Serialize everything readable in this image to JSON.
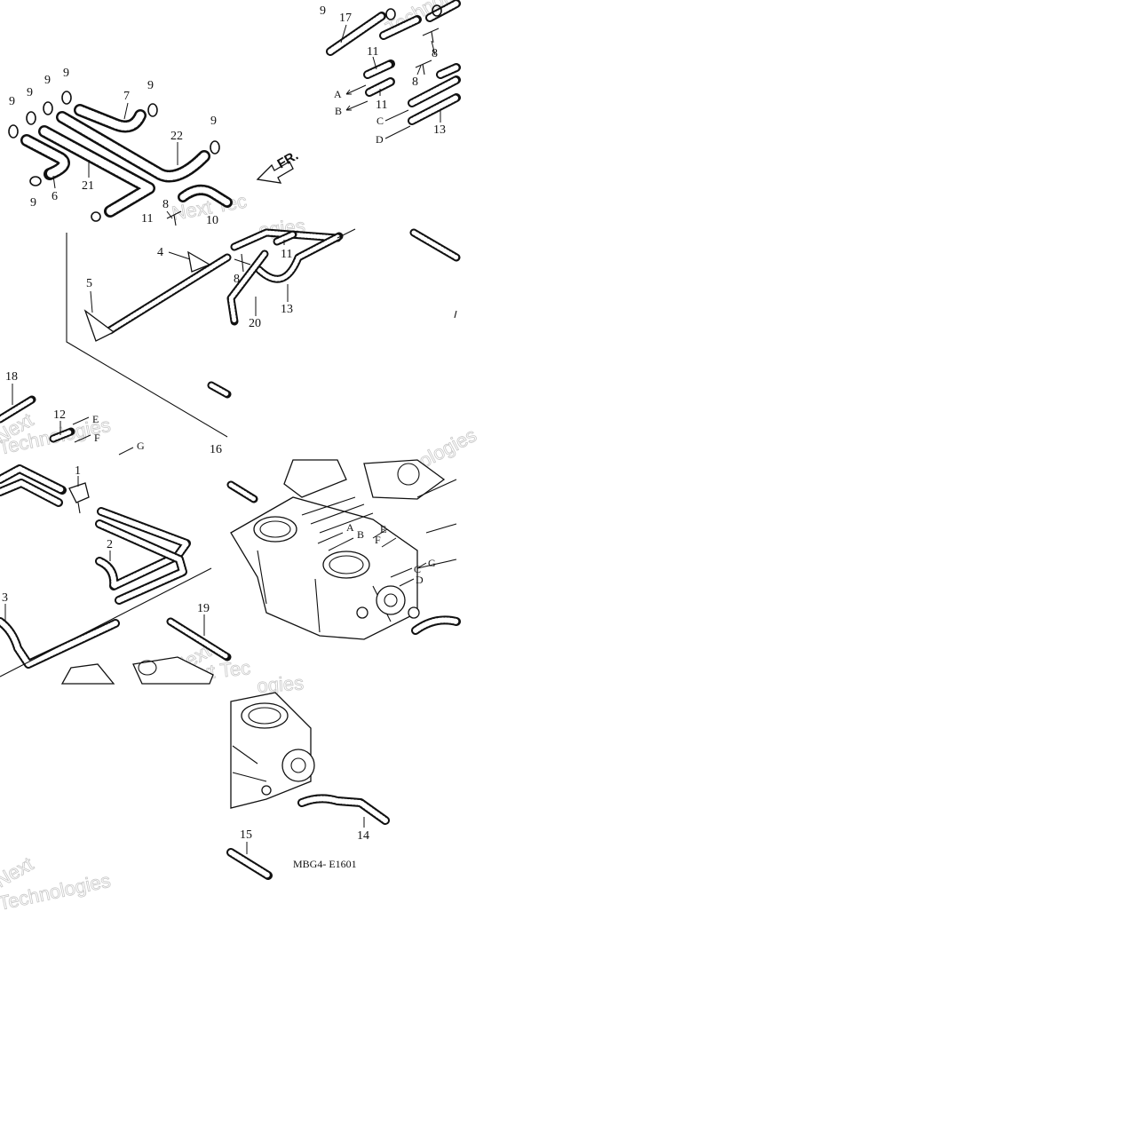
{
  "diagram": {
    "callouts": [
      {
        "id": "c9a",
        "text": "9"
      },
      {
        "id": "c17",
        "text": "17"
      },
      {
        "id": "c8a",
        "text": "8"
      },
      {
        "id": "c11a",
        "text": "11"
      },
      {
        "id": "c8b",
        "text": "8"
      },
      {
        "id": "c11b",
        "text": "11"
      },
      {
        "id": "c13a",
        "text": "13"
      },
      {
        "id": "c9b",
        "text": "9"
      },
      {
        "id": "c9c",
        "text": "9"
      },
      {
        "id": "c9d",
        "text": "9"
      },
      {
        "id": "c9e",
        "text": "9"
      },
      {
        "id": "c9f",
        "text": "9"
      },
      {
        "id": "c9g",
        "text": "9"
      },
      {
        "id": "c9h",
        "text": "9"
      },
      {
        "id": "c7",
        "text": "7"
      },
      {
        "id": "c22",
        "text": "22"
      },
      {
        "id": "c21",
        "text": "21"
      },
      {
        "id": "c6",
        "text": "6"
      },
      {
        "id": "c8c",
        "text": "8"
      },
      {
        "id": "c11c",
        "text": "11"
      },
      {
        "id": "c10",
        "text": "10"
      },
      {
        "id": "c4",
        "text": "4"
      },
      {
        "id": "c8d",
        "text": "8"
      },
      {
        "id": "c11d",
        "text": "11"
      },
      {
        "id": "c5",
        "text": "5"
      },
      {
        "id": "c20",
        "text": "20"
      },
      {
        "id": "c13b",
        "text": "13"
      },
      {
        "id": "c18",
        "text": "18"
      },
      {
        "id": "c12",
        "text": "12"
      },
      {
        "id": "c16",
        "text": "16"
      },
      {
        "id": "c1",
        "text": "1"
      },
      {
        "id": "c2",
        "text": "2"
      },
      {
        "id": "c3",
        "text": "3"
      },
      {
        "id": "c19",
        "text": "19"
      },
      {
        "id": "c15",
        "text": "15"
      },
      {
        "id": "c14",
        "text": "14"
      }
    ],
    "connection_letters": [
      {
        "id": "la1",
        "text": "A"
      },
      {
        "id": "lb1",
        "text": "B"
      },
      {
        "id": "lc1",
        "text": "C"
      },
      {
        "id": "ld1",
        "text": "D"
      },
      {
        "id": "le1",
        "text": "E"
      },
      {
        "id": "lf1",
        "text": "F"
      },
      {
        "id": "lg1",
        "text": "G"
      },
      {
        "id": "la2",
        "text": "A"
      },
      {
        "id": "lb2",
        "text": "B"
      },
      {
        "id": "le2",
        "text": "E"
      },
      {
        "id": "lf2",
        "text": "F"
      },
      {
        "id": "lc2",
        "text": "C"
      },
      {
        "id": "ld2",
        "text": "D"
      },
      {
        "id": "lg2",
        "text": "G"
      }
    ],
    "front_label": "FR.",
    "diagram_code": "MBG4- E1601",
    "watermark_words": [
      "Next",
      "Technologies",
      "Next",
      "Technologies",
      "Next Tec",
      "ogies",
      "Technologies",
      "Next",
      "Next",
      "Technologies",
      "Next Tec"
    ],
    "colors": {
      "line": "#111111",
      "background": "#ffffff",
      "watermark": "#c8c8c8"
    }
  }
}
